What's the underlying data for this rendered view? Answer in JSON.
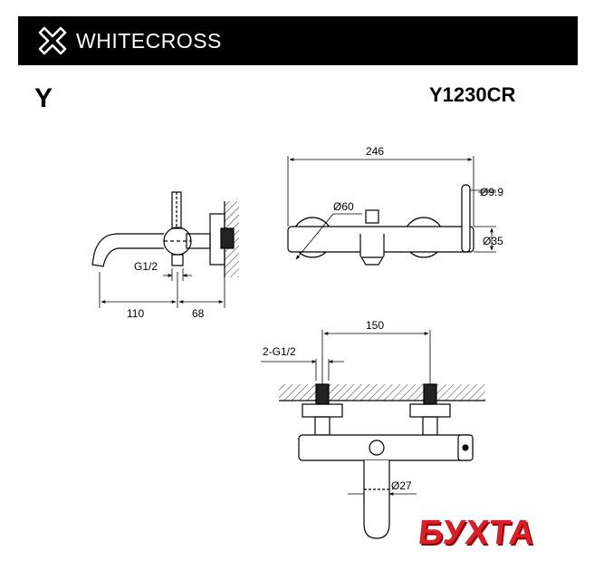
{
  "header": {
    "brand_name": "WHITECROSS",
    "logo_icon": "x-cross-logo-icon",
    "background": "#000000",
    "text_color": "#ffffff"
  },
  "product": {
    "series": "Y",
    "model": "Y1230CR"
  },
  "dimensions": {
    "overall_width": "246",
    "lever_diameter": "Ø9.9",
    "flange_diameter": "Ø60",
    "body_diameter": "Ø35",
    "side_connection": "G1/2",
    "spout_reach": "110",
    "wall_depth": "68",
    "inlet_spacing": "150",
    "inlet_connections": "2-G1/2",
    "spout_diameter": "Ø27"
  },
  "watermark": {
    "text": "БУХТА",
    "color": "#e01c24"
  }
}
